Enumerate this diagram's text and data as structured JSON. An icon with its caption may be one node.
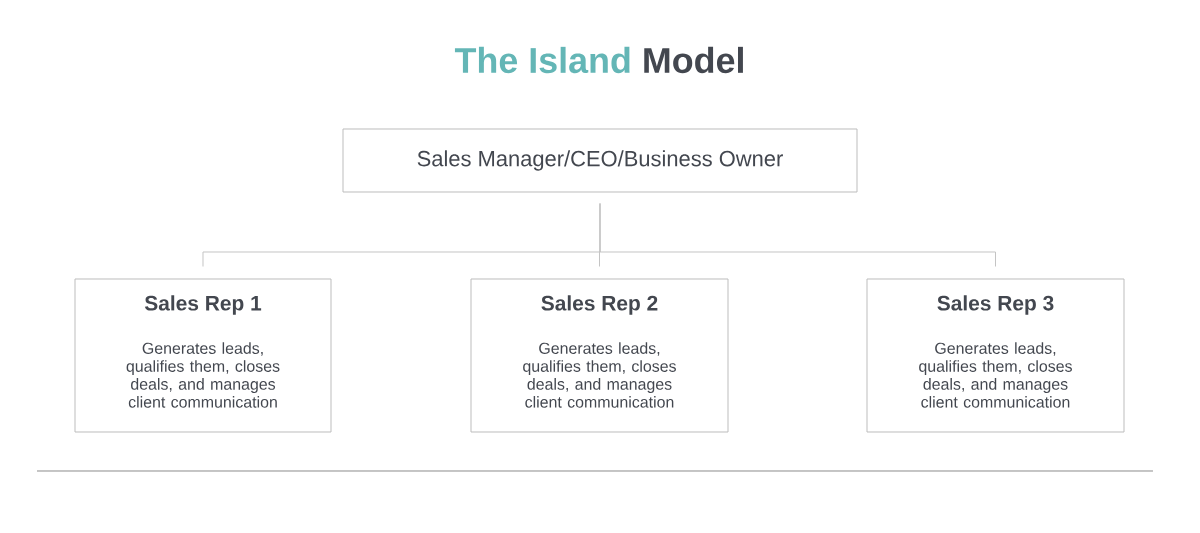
{
  "diagram": {
    "title": "The Island Model",
    "nodes": [
      {
        "text": [
          "Sales Manager/CEO/Business Owner"
        ]
      },
      {
        "text": [
          "Sales Rep 1",
          "Generates leads, qualifies them, closes deals, and manages client communication"
        ]
      },
      {
        "text": [
          "Sales Rep 2",
          "Generates leads, qualifies them, closes deals, and manages client communication"
        ]
      },
      {
        "text": [
          "Sales Rep 3",
          "Generates leads, qualifies them, closes deals, and manages client communication"
        ]
      }
    ],
    "edges": [
      {
        "from": 0,
        "to": 1,
        "arrow": "none"
      },
      {
        "from": 0,
        "to": 2,
        "arrow": "none"
      },
      {
        "from": 0,
        "to": 3,
        "arrow": "none"
      }
    ]
  }
}
